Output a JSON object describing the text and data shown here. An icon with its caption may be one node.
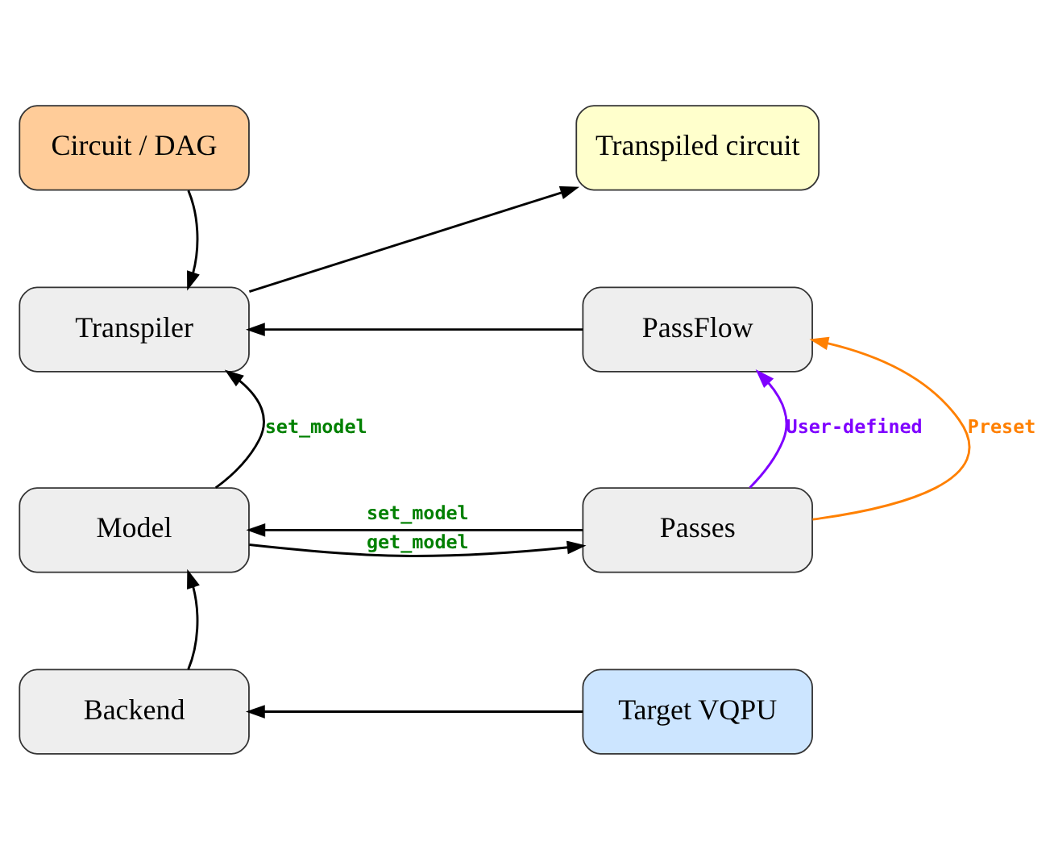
{
  "diagram": {
    "nodes": [
      {
        "text": [
          "Circuit / DAG"
        ]
      },
      {
        "text": [
          "Transpiled circuit"
        ]
      },
      {
        "text": [
          "Transpiler"
        ]
      },
      {
        "text": [
          "PassFlow"
        ]
      },
      {
        "text": [
          "Model"
        ]
      },
      {
        "text": [
          "Passes"
        ]
      },
      {
        "text": [
          "Backend"
        ]
      },
      {
        "text": [
          "Target VQPU"
        ]
      }
    ],
    "edges": [
      {
        "from": 0,
        "to": 2,
        "arrow": "to"
      },
      {
        "from": 2,
        "to": 1,
        "arrow": "to"
      },
      {
        "from": 3,
        "to": 2,
        "arrow": "to"
      },
      {
        "from": 4,
        "to": 2,
        "arrow": "to",
        "label": "set_model"
      },
      {
        "from": 5,
        "to": 3,
        "arrow": "to",
        "label": "User-defined",
        "color": "#7f00ff"
      },
      {
        "from": 5,
        "to": 3,
        "arrow": "to",
        "label": "Preset",
        "color": "#ff8000"
      },
      {
        "from": 5,
        "to": 4,
        "arrow": "to",
        "label": "set_model"
      },
      {
        "from": 4,
        "to": 5,
        "arrow": "to",
        "label": "get_model"
      },
      {
        "from": 6,
        "to": 4,
        "arrow": "to"
      },
      {
        "from": 7,
        "to": 6,
        "arrow": "to"
      }
    ]
  }
}
